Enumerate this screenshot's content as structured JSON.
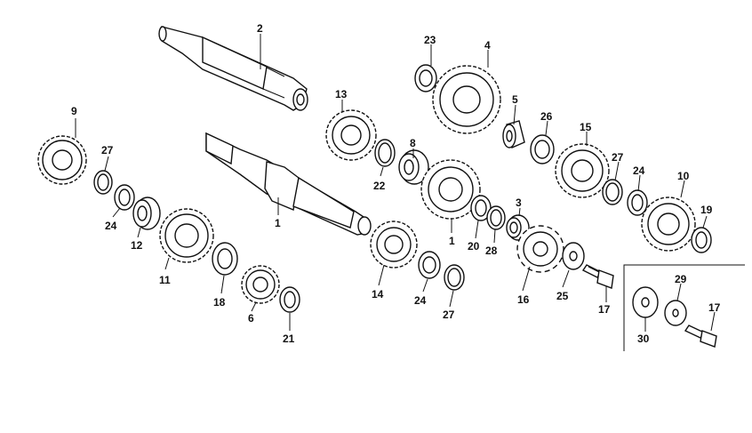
{
  "diagram": {
    "callouts": [
      "2",
      "23",
      "4",
      "13",
      "5",
      "26",
      "15",
      "8",
      "27",
      "24",
      "10",
      "22",
      "19",
      "9",
      "1",
      "3",
      "11",
      "20",
      "28",
      "12",
      "16",
      "25",
      "18",
      "14",
      "17",
      "6",
      "30",
      "29",
      "21"
    ],
    "labels": {
      "p1a": "1",
      "p1b": "1",
      "p2": "2",
      "p3": "3",
      "p4": "4",
      "p5": "5",
      "p6": "6",
      "p8": "8",
      "p9": "9",
      "p10": "10",
      "p11": "11",
      "p12": "12",
      "p13": "13",
      "p14": "14",
      "p15": "15",
      "p16": "16",
      "p17a": "17",
      "p17b": "17",
      "p18": "18",
      "p19": "19",
      "p20": "20",
      "p21": "21",
      "p22": "22",
      "p23": "23",
      "p24a": "24",
      "p24b": "24",
      "p24c": "24",
      "p25": "25",
      "p26": "26",
      "p27a": "27",
      "p27b": "27",
      "p27c": "27",
      "p28": "28",
      "p29": "29",
      "p30": "30"
    }
  }
}
